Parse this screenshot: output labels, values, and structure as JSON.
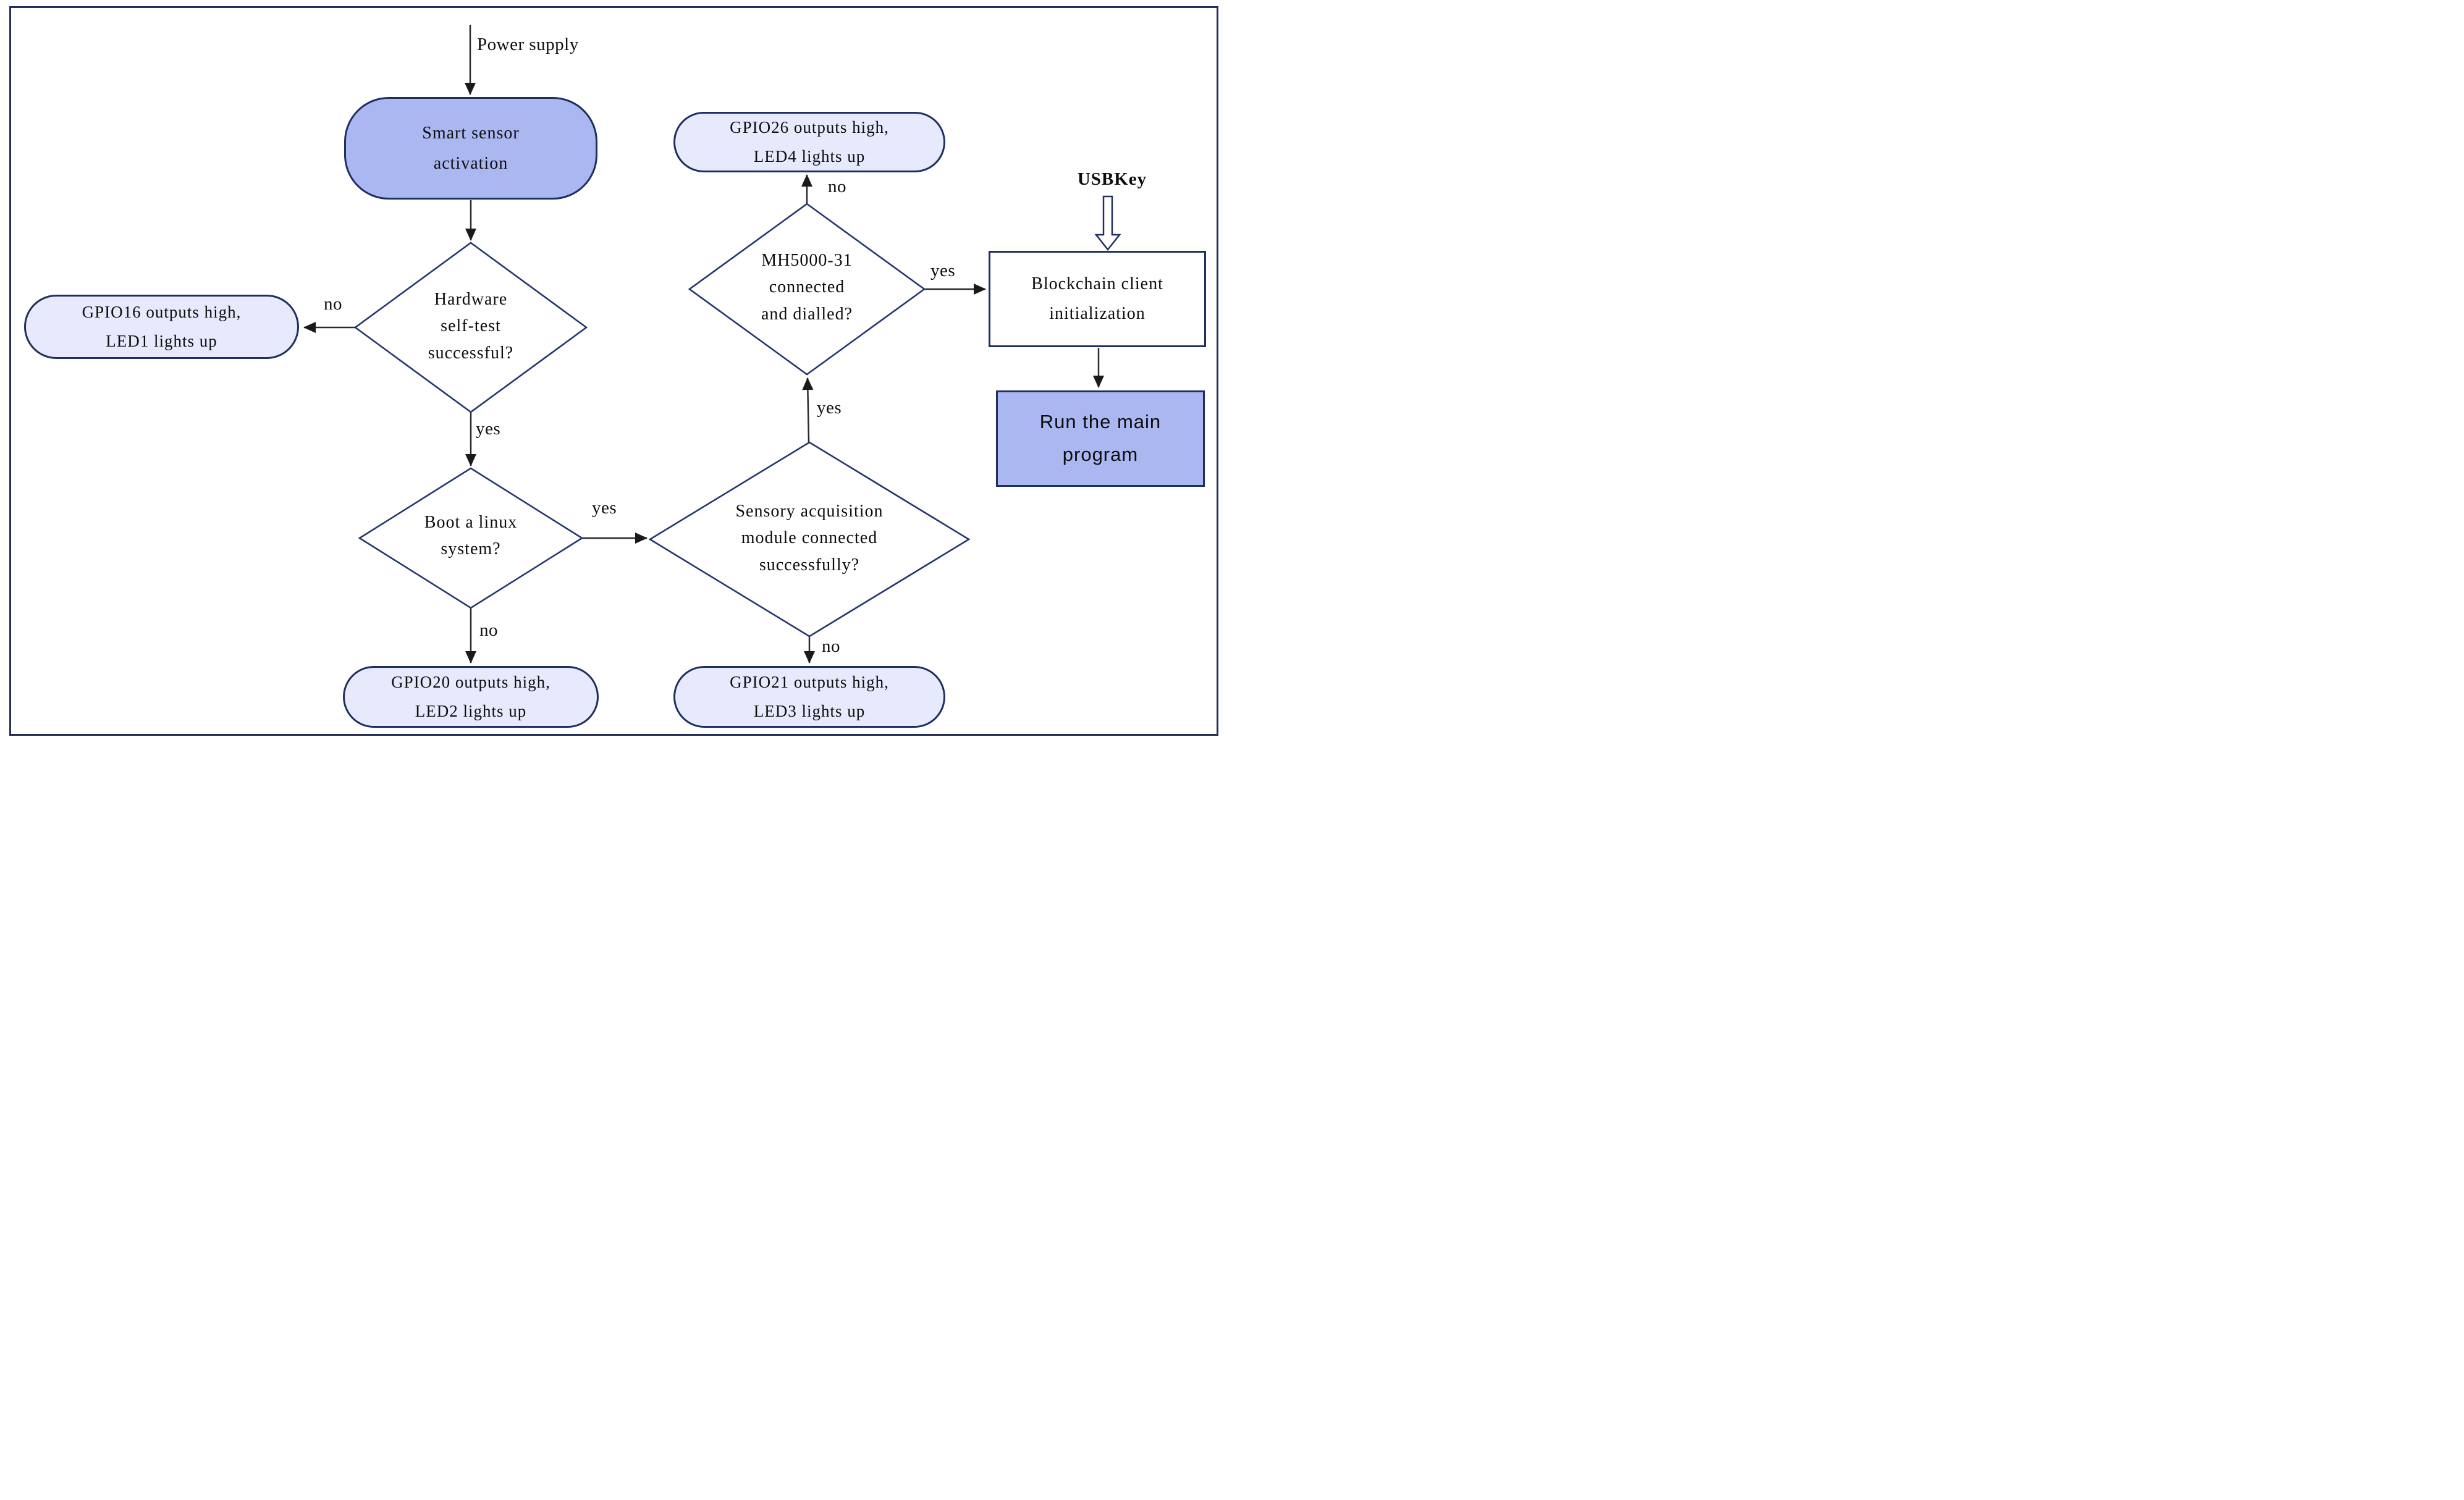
{
  "flowchart": {
    "nodes": {
      "start": {
        "type": "terminator",
        "text": "Smart sensor\nactivation"
      },
      "hw_test": {
        "type": "decision",
        "text": "Hardware\nself-test\nsuccessful?"
      },
      "gpio16": {
        "type": "terminator",
        "text": "GPIO16 outputs high,\nLED1 lights up"
      },
      "boot_linux": {
        "type": "decision",
        "text": "Boot a linux\nsystem?"
      },
      "gpio20": {
        "type": "terminator",
        "text": "GPIO20 outputs high,\nLED2 lights up"
      },
      "sensory": {
        "type": "decision",
        "text": "Sensory acquisition\nmodule connected\nsuccessfully?"
      },
      "gpio21": {
        "type": "terminator",
        "text": "GPIO21 outputs high,\nLED3 lights up"
      },
      "mh5000": {
        "type": "decision",
        "text": "MH5000-31\nconnected\nand dialled?"
      },
      "gpio26": {
        "type": "terminator",
        "text": "GPIO26 outputs high,\nLED4 lights up"
      },
      "blockchain": {
        "type": "process",
        "text": "Blockchain client\ninitialization"
      },
      "run_main": {
        "type": "process",
        "text": "Run the main\nprogram"
      }
    },
    "edges": {
      "power": {
        "label": "Power supply",
        "from": "external",
        "to": "start"
      },
      "hw_no": {
        "label": "no",
        "from": "hw_test",
        "to": "gpio16"
      },
      "hw_yes": {
        "label": "yes",
        "from": "hw_test",
        "to": "boot_linux"
      },
      "boot_yes": {
        "label": "yes",
        "from": "boot_linux",
        "to": "sensory"
      },
      "boot_no": {
        "label": "no",
        "from": "boot_linux",
        "to": "gpio20"
      },
      "sensory_yes": {
        "label": "yes",
        "from": "sensory",
        "to": "mh5000"
      },
      "sensory_no": {
        "label": "no",
        "from": "sensory",
        "to": "gpio21"
      },
      "mh_no": {
        "label": "no",
        "from": "mh5000",
        "to": "gpio26"
      },
      "mh_yes": {
        "label": "yes",
        "from": "mh5000",
        "to": "blockchain"
      },
      "usb": {
        "label": "USBKey",
        "from": "external",
        "to": "blockchain"
      },
      "blockchain_run": {
        "label": "",
        "from": "blockchain",
        "to": "run_main"
      }
    },
    "colors": {
      "terminator_fill": "#abb7f0",
      "pill_fill": "#e7eafc",
      "process_fill": "#ffffff",
      "border_navy": "#1e2f60",
      "frame_navy": "#282f58",
      "line_dark": "#2b2b2b",
      "text": "#0d0d0d"
    }
  }
}
